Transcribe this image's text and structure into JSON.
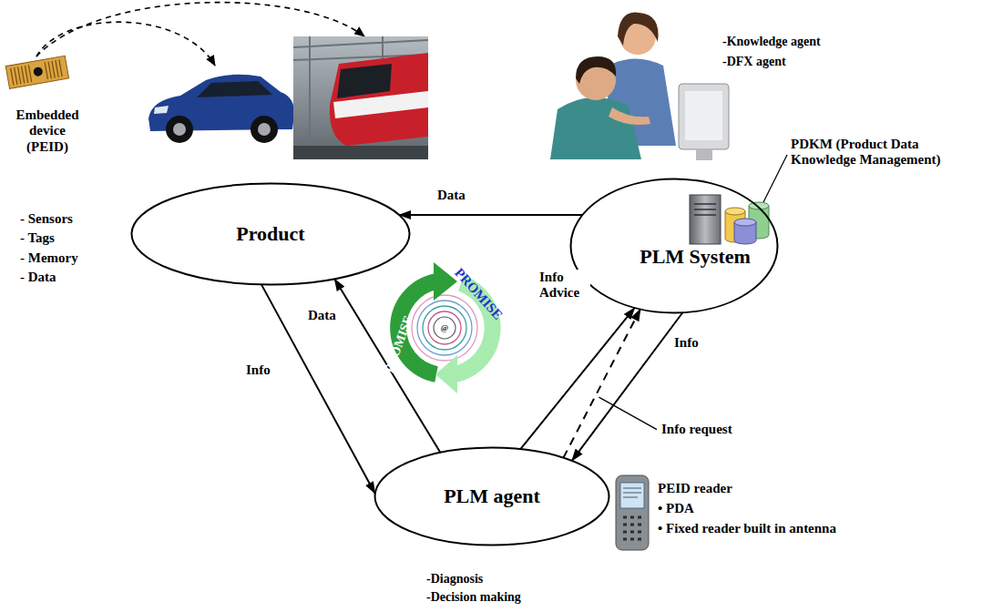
{
  "diagram": {
    "nodes": [
      {
        "text": [
          "Product"
        ]
      },
      {
        "text": [
          "PLM System"
        ]
      },
      {
        "text": [
          "PLM agent"
        ]
      }
    ],
    "edges": [
      {
        "from": 1,
        "to": 0,
        "arrow": "to",
        "label": "Data"
      },
      {
        "from": 0,
        "to": 2,
        "arrow": "to",
        "label": "Info"
      },
      {
        "from": 2,
        "to": 0,
        "arrow": "to",
        "label": "Data"
      },
      {
        "from": 2,
        "to": 1,
        "arrow": "to",
        "label": "Info Advice"
      },
      {
        "from": 2,
        "to": 1,
        "arrow": "to",
        "label": "Info request"
      },
      {
        "from": 1,
        "to": 2,
        "arrow": "to",
        "label": "Info"
      }
    ],
    "labels": [
      "Embedded device (PEID)",
      "- Sensors",
      "- Tags",
      "- Memory",
      "- Data",
      "-Knowledge agent",
      "-DFX agent",
      "PDKM (Product Data Knowledge Management)",
      "PROMISE",
      "PROMISE",
      "@",
      "PEID reader",
      "• PDA",
      "• Fixed reader built in antenna",
      "-Diagnosis",
      "-Decision making"
    ]
  }
}
